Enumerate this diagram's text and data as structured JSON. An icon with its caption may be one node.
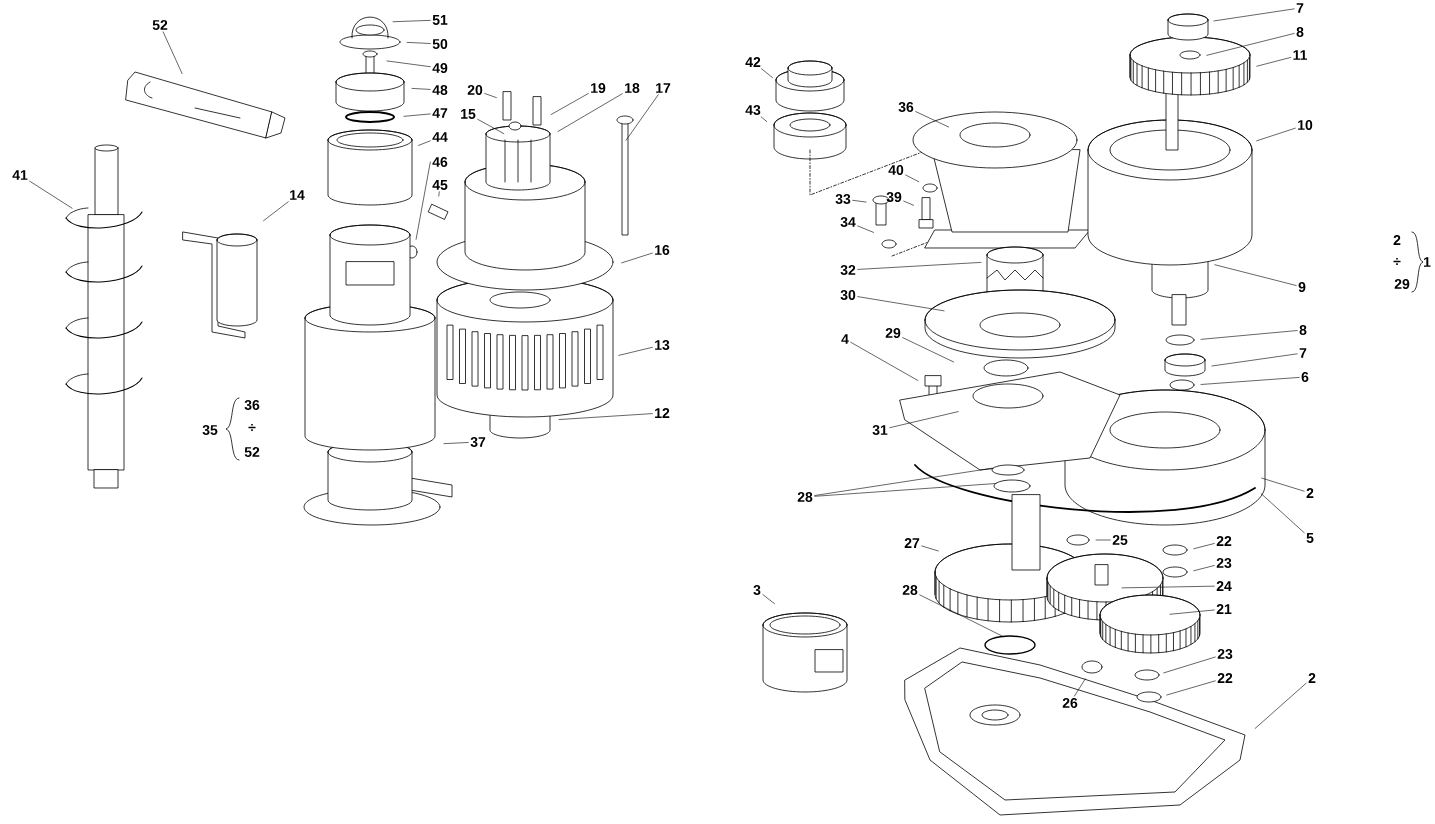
{
  "diagram": {
    "nodes": [
      {
        "text": [
          "52"
        ]
      },
      {
        "text": [
          "51"
        ]
      },
      {
        "text": [
          "50"
        ]
      },
      {
        "text": [
          "49"
        ]
      },
      {
        "text": [
          "48"
        ]
      },
      {
        "text": [
          "47"
        ]
      },
      {
        "text": [
          "20"
        ]
      },
      {
        "text": [
          "19"
        ]
      },
      {
        "text": [
          "18"
        ]
      },
      {
        "text": [
          "17"
        ]
      },
      {
        "text": [
          "15"
        ]
      },
      {
        "text": [
          "44"
        ]
      },
      {
        "text": [
          "46"
        ]
      },
      {
        "text": [
          "45"
        ]
      },
      {
        "text": [
          "41"
        ]
      },
      {
        "text": [
          "14"
        ]
      },
      {
        "text": [
          "16"
        ]
      },
      {
        "text": [
          "13"
        ]
      },
      {
        "text": [
          "12"
        ]
      },
      {
        "text": [
          "37"
        ]
      },
      {
        "text": [
          "42"
        ]
      },
      {
        "text": [
          "43"
        ]
      },
      {
        "text": [
          "7"
        ]
      },
      {
        "text": [
          "8"
        ]
      },
      {
        "text": [
          "11"
        ]
      },
      {
        "text": [
          "36"
        ]
      },
      {
        "text": [
          "10"
        ]
      },
      {
        "text": [
          "40"
        ]
      },
      {
        "text": [
          "33"
        ]
      },
      {
        "text": [
          "39"
        ]
      },
      {
        "text": [
          "34"
        ]
      },
      {
        "text": [
          "32"
        ]
      },
      {
        "text": [
          "9"
        ]
      },
      {
        "text": [
          "30"
        ]
      },
      {
        "text": [
          "8"
        ]
      },
      {
        "text": [
          "4"
        ]
      },
      {
        "text": [
          "29"
        ]
      },
      {
        "text": [
          "7"
        ]
      },
      {
        "text": [
          "6"
        ]
      },
      {
        "text": [
          "31"
        ]
      },
      {
        "text": [
          "2"
        ]
      },
      {
        "text": [
          "28"
        ]
      },
      {
        "text": [
          "5"
        ]
      },
      {
        "text": [
          "25"
        ]
      },
      {
        "text": [
          "22"
        ]
      },
      {
        "text": [
          "27"
        ]
      },
      {
        "text": [
          "23"
        ]
      },
      {
        "text": [
          "24"
        ]
      },
      {
        "text": [
          "3"
        ]
      },
      {
        "text": [
          "28"
        ]
      },
      {
        "text": [
          "21"
        ]
      },
      {
        "text": [
          "23"
        ]
      },
      {
        "text": [
          "22"
        ]
      },
      {
        "text": [
          "2"
        ]
      },
      {
        "text": [
          "26"
        ]
      }
    ],
    "edges": [
      {
        "from": 0,
        "to": null,
        "arrow": "none"
      },
      {
        "from": 1,
        "to": null,
        "arrow": "none"
      },
      {
        "from": 2,
        "to": null,
        "arrow": "none"
      },
      {
        "from": 3,
        "to": null,
        "arrow": "none"
      },
      {
        "from": 4,
        "to": null,
        "arrow": "none"
      },
      {
        "from": 5,
        "to": null,
        "arrow": "none"
      },
      {
        "from": 6,
        "to": null,
        "arrow": "none"
      },
      {
        "from": 7,
        "to": null,
        "arrow": "none"
      },
      {
        "from": 8,
        "to": null,
        "arrow": "none"
      },
      {
        "from": 9,
        "to": null,
        "arrow": "none"
      },
      {
        "from": 10,
        "to": null,
        "arrow": "none"
      },
      {
        "from": 11,
        "to": null,
        "arrow": "none"
      },
      {
        "from": 12,
        "to": null,
        "arrow": "none"
      },
      {
        "from": 13,
        "to": null,
        "arrow": "none"
      },
      {
        "from": 14,
        "to": null,
        "arrow": "none"
      },
      {
        "from": 15,
        "to": null,
        "arrow": "none"
      },
      {
        "from": 16,
        "to": null,
        "arrow": "none"
      },
      {
        "from": 17,
        "to": null,
        "arrow": "none"
      },
      {
        "from": 18,
        "to": null,
        "arrow": "none"
      },
      {
        "from": 19,
        "to": null,
        "arrow": "none"
      },
      {
        "from": 20,
        "to": null,
        "arrow": "none"
      },
      {
        "from": 21,
        "to": null,
        "arrow": "none"
      },
      {
        "from": 22,
        "to": null,
        "arrow": "none"
      },
      {
        "from": 23,
        "to": null,
        "arrow": "none"
      },
      {
        "from": 24,
        "to": null,
        "arrow": "none"
      },
      {
        "from": 25,
        "to": null,
        "arrow": "none"
      },
      {
        "from": 26,
        "to": null,
        "arrow": "none"
      },
      {
        "from": 27,
        "to": null,
        "arrow": "none"
      },
      {
        "from": 28,
        "to": null,
        "arrow": "none"
      },
      {
        "from": 29,
        "to": null,
        "arrow": "none"
      },
      {
        "from": 30,
        "to": null,
        "arrow": "none"
      },
      {
        "from": 31,
        "to": null,
        "arrow": "none"
      },
      {
        "from": 32,
        "to": null,
        "arrow": "none"
      },
      {
        "from": 33,
        "to": null,
        "arrow": "none"
      },
      {
        "from": 34,
        "to": null,
        "arrow": "none"
      },
      {
        "from": 35,
        "to": null,
        "arrow": "none"
      },
      {
        "from": 36,
        "to": null,
        "arrow": "none"
      },
      {
        "from": 37,
        "to": null,
        "arrow": "none"
      },
      {
        "from": 38,
        "to": null,
        "arrow": "none"
      },
      {
        "from": 39,
        "to": null,
        "arrow": "none"
      },
      {
        "from": 40,
        "to": null,
        "arrow": "none"
      },
      {
        "from": 41,
        "to": null,
        "arrow": "none"
      },
      {
        "from": 41,
        "to": null,
        "arrow": "none"
      },
      {
        "from": 42,
        "to": null,
        "arrow": "none"
      },
      {
        "from": 43,
        "to": null,
        "arrow": "none"
      },
      {
        "from": 44,
        "to": null,
        "arrow": "none"
      },
      {
        "from": 45,
        "to": null,
        "arrow": "none"
      },
      {
        "from": 46,
        "to": null,
        "arrow": "none"
      },
      {
        "from": 47,
        "to": null,
        "arrow": "none"
      },
      {
        "from": 48,
        "to": null,
        "arrow": "none"
      },
      {
        "from": 49,
        "to": null,
        "arrow": "none"
      },
      {
        "from": 50,
        "to": null,
        "arrow": "none"
      },
      {
        "from": 51,
        "to": null,
        "arrow": "none"
      },
      {
        "from": 52,
        "to": null,
        "arrow": "none"
      },
      {
        "from": 53,
        "to": null,
        "arrow": "none"
      },
      {
        "from": 54,
        "to": null,
        "arrow": "none"
      }
    ],
    "labels": [
      "35",
      "36",
      "÷",
      "52",
      "2",
      "÷",
      "29",
      "1"
    ]
  }
}
